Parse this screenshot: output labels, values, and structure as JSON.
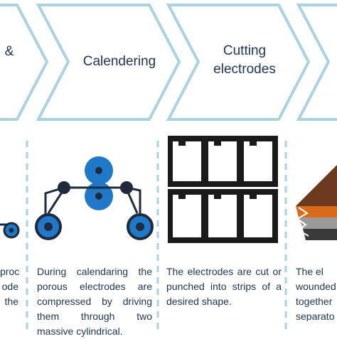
{
  "process_steps": [
    {
      "title_lines": [
        "&"
      ],
      "description": "proce- ode the"
    },
    {
      "title_lines": [
        "Calendering"
      ],
      "description": "During calendaring the porous electrodes are compressed by driving them through two massive cylindrical."
    },
    {
      "title_lines": [
        "Cutting",
        "electrodes"
      ],
      "description": "The electrodes are cut or punched into strips of a desired shape."
    },
    {
      "title_lines": [
        ""
      ],
      "description": "The el wounded together separato"
    }
  ],
  "colors": {
    "chevron_stroke": "#a9d3df",
    "dashed_divider": "#a9d3df",
    "title_text": "#1d3550",
    "roller_blue": "#1f78c8",
    "roller_dark": "#1f2a3a",
    "film_line": "#1f2a3a",
    "sheet_black": "#1a1a1a",
    "stack_brown": "#6b3a1e",
    "stack_orange": "#d86a1a",
    "stack_gray": "#9a9a9a"
  }
}
